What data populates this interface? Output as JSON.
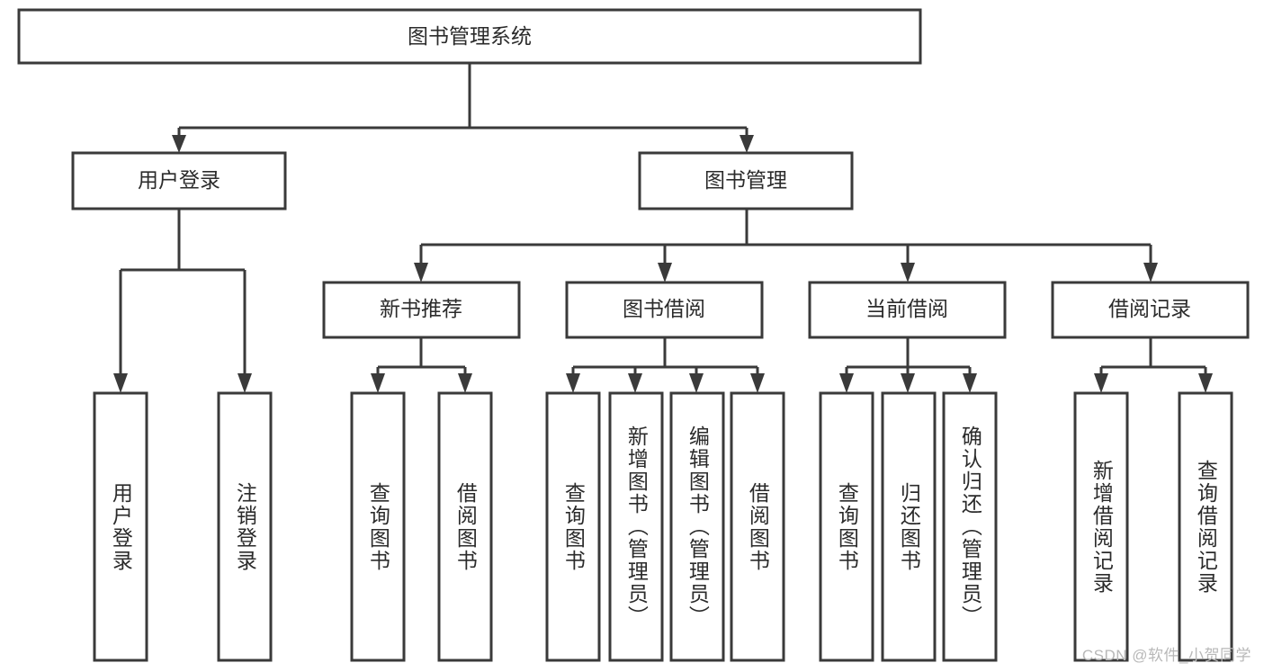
{
  "diagram": {
    "type": "tree-hierarchy",
    "title": "图书管理系统",
    "watermark": "CSDN @软件_小贺同学",
    "root": {
      "id": "root",
      "label": "图书管理系统",
      "orientation": "horizontal"
    },
    "level2": [
      {
        "id": "user-login",
        "label": "用户登录",
        "orientation": "horizontal"
      },
      {
        "id": "book-management",
        "label": "图书管理",
        "orientation": "horizontal"
      }
    ],
    "level3": [
      {
        "id": "new-book-recommend",
        "label": "新书推荐",
        "orientation": "horizontal",
        "parent": "book-management"
      },
      {
        "id": "book-borrow",
        "label": "图书借阅",
        "orientation": "horizontal",
        "parent": "book-management"
      },
      {
        "id": "current-borrow",
        "label": "当前借阅",
        "orientation": "horizontal",
        "parent": "book-management"
      },
      {
        "id": "borrow-record",
        "label": "借阅记录",
        "orientation": "horizontal",
        "parent": "book-management"
      }
    ],
    "leaves": [
      {
        "id": "leaf-user-login",
        "label": "用户登录",
        "orientation": "vertical",
        "parent": "user-login"
      },
      {
        "id": "leaf-logout",
        "label": "注销登录",
        "orientation": "vertical",
        "parent": "user-login"
      },
      {
        "id": "leaf-query-book-1",
        "label": "查询图书",
        "orientation": "vertical",
        "parent": "new-book-recommend"
      },
      {
        "id": "leaf-borrow-book-1",
        "label": "借阅图书",
        "orientation": "vertical",
        "parent": "new-book-recommend"
      },
      {
        "id": "leaf-query-book-2",
        "label": "查询图书",
        "orientation": "vertical",
        "parent": "book-borrow"
      },
      {
        "id": "leaf-add-book",
        "label": "新增图书（管理员）",
        "orientation": "vertical",
        "parent": "book-borrow"
      },
      {
        "id": "leaf-edit-book",
        "label": "编辑图书（管理员）",
        "orientation": "vertical",
        "parent": "book-borrow"
      },
      {
        "id": "leaf-borrow-book-2",
        "label": "借阅图书",
        "orientation": "vertical",
        "parent": "book-borrow"
      },
      {
        "id": "leaf-query-book-3",
        "label": "查询图书",
        "orientation": "vertical",
        "parent": "current-borrow"
      },
      {
        "id": "leaf-return-book",
        "label": "归还图书",
        "orientation": "vertical",
        "parent": "current-borrow"
      },
      {
        "id": "leaf-confirm-return",
        "label": "确认归还（管理员）",
        "orientation": "vertical",
        "parent": "current-borrow"
      },
      {
        "id": "leaf-add-record",
        "label": "新增借阅记录",
        "orientation": "vertical",
        "parent": "borrow-record"
      },
      {
        "id": "leaf-query-record",
        "label": "查询借阅记录",
        "orientation": "vertical",
        "parent": "borrow-record"
      }
    ],
    "colors": {
      "stroke": "#3a3a3a",
      "fill": "#ffffff",
      "text": "#2b2b2b",
      "watermark": "#b8b8b8"
    }
  }
}
